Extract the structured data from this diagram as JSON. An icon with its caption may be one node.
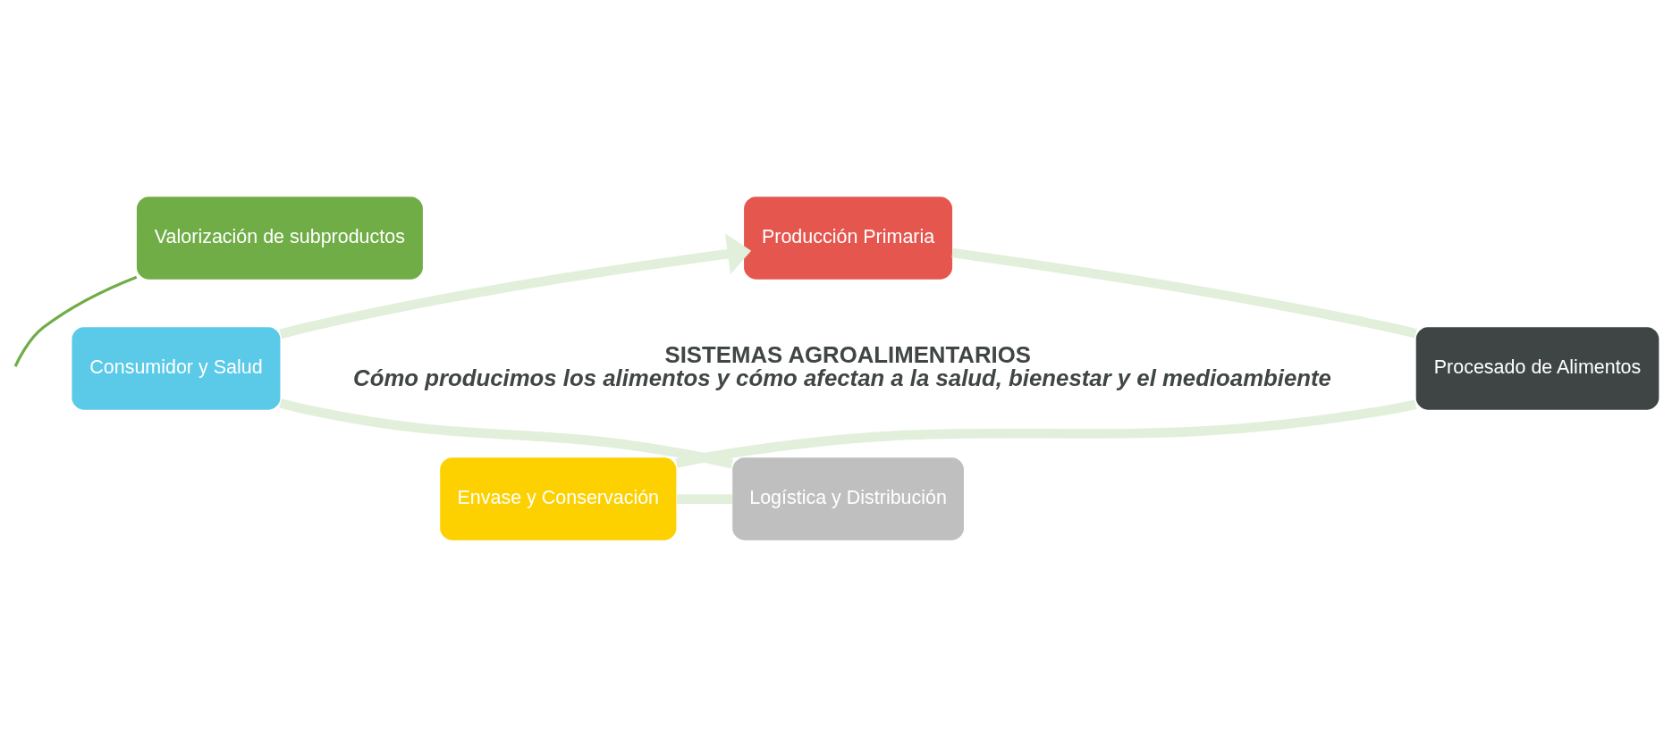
{
  "diagram": {
    "nodes": [
      {
        "text": [
          "Valorización de subproductos"
        ]
      },
      {
        "text": [
          "Producción Primaria"
        ]
      },
      {
        "text": [
          "Procesado de Alimentos"
        ]
      },
      {
        "text": [
          "Envase y Conservación"
        ]
      },
      {
        "text": [
          "Logística y Distribución"
        ]
      },
      {
        "text": [
          "Consumidor y Salud"
        ]
      }
    ],
    "edges": [
      {
        "from": 1,
        "to": 2,
        "arrow": "none"
      },
      {
        "from": 2,
        "to": 3,
        "arrow": "none"
      },
      {
        "from": 3,
        "to": 4,
        "arrow": "none"
      },
      {
        "from": 4,
        "to": 5,
        "arrow": "none"
      },
      {
        "from": 5,
        "to": 1,
        "arrow": "to"
      },
      {
        "from": 0,
        "to": null,
        "arrow": "none",
        "color": "#70ad47"
      }
    ],
    "labels": [
      "SISTEMAS AGROALIMENTARIOS",
      "Cómo producimos los alimentos y cómo afectan a la salud, bienestar y el medioambiente"
    ]
  }
}
